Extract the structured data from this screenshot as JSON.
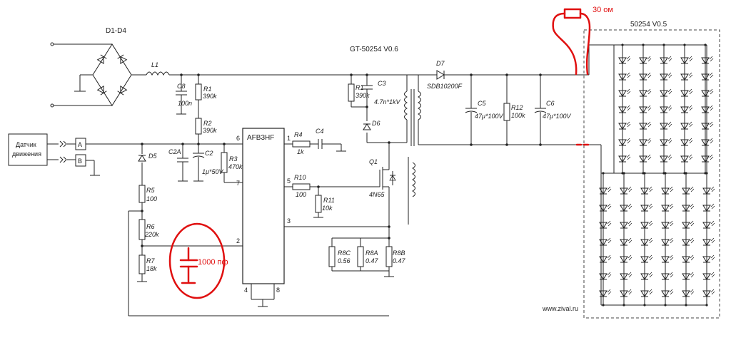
{
  "labels": {
    "bridge": "D1-D4",
    "inductor": "L1",
    "c8": "C8",
    "c8_val": "100n",
    "r1a": "R1",
    "r1a_val": "390k",
    "r2": "R2",
    "r2_val": "390k",
    "board": "GT-50254 V0.6",
    "r1b": "R1",
    "r1b_val": "390k",
    "c3": "C3",
    "c3_val": "4.7n*1kV",
    "d6": "D6",
    "d7": "D7",
    "d7_val": "SDB10200F",
    "c5": "C5",
    "c5_val": "47μ*100V",
    "r12": "R12",
    "r12_val": "100k",
    "c6": "C6",
    "c6_val": "47μ*100V",
    "sensor_l1": "Датчик",
    "sensor_l2": "движения",
    "pin_a": "A",
    "pin_b": "B",
    "d5": "D5",
    "c2a": "C2A",
    "c2": "C2",
    "c2_val": "1μ*50V",
    "r3": "R3",
    "r3_val": "470k",
    "ic": "AFB3HF",
    "pin6": "6",
    "pin7": "7",
    "pin1": "1",
    "pin5": "5",
    "pin3": "3",
    "pin2": "2",
    "pin4": "4",
    "pin8": "8",
    "r4": "R4",
    "r4_val": "1k",
    "c4": "C4",
    "r10": "R10",
    "r10_val": "100",
    "r11": "R11",
    "r11_val": "10k",
    "q1": "Q1",
    "q1_val": "4N65",
    "r5": "R5",
    "r5_val": "100",
    "r6": "R6",
    "r6_val": "220k",
    "r7": "R7",
    "r7_val": "18k",
    "r8c": "R8C",
    "r8c_val": "0.56",
    "r8a": "R8A",
    "r8a_val": "0.47",
    "r8b": "R8B",
    "r8b_val": "0.47",
    "led_board": "50254 V0.5",
    "website": "www.zival.ru",
    "mod_resistor": "30 ом",
    "mod_cap": "1000 пф"
  },
  "colors": {
    "wire": "#222222",
    "modification": "#e01010"
  }
}
